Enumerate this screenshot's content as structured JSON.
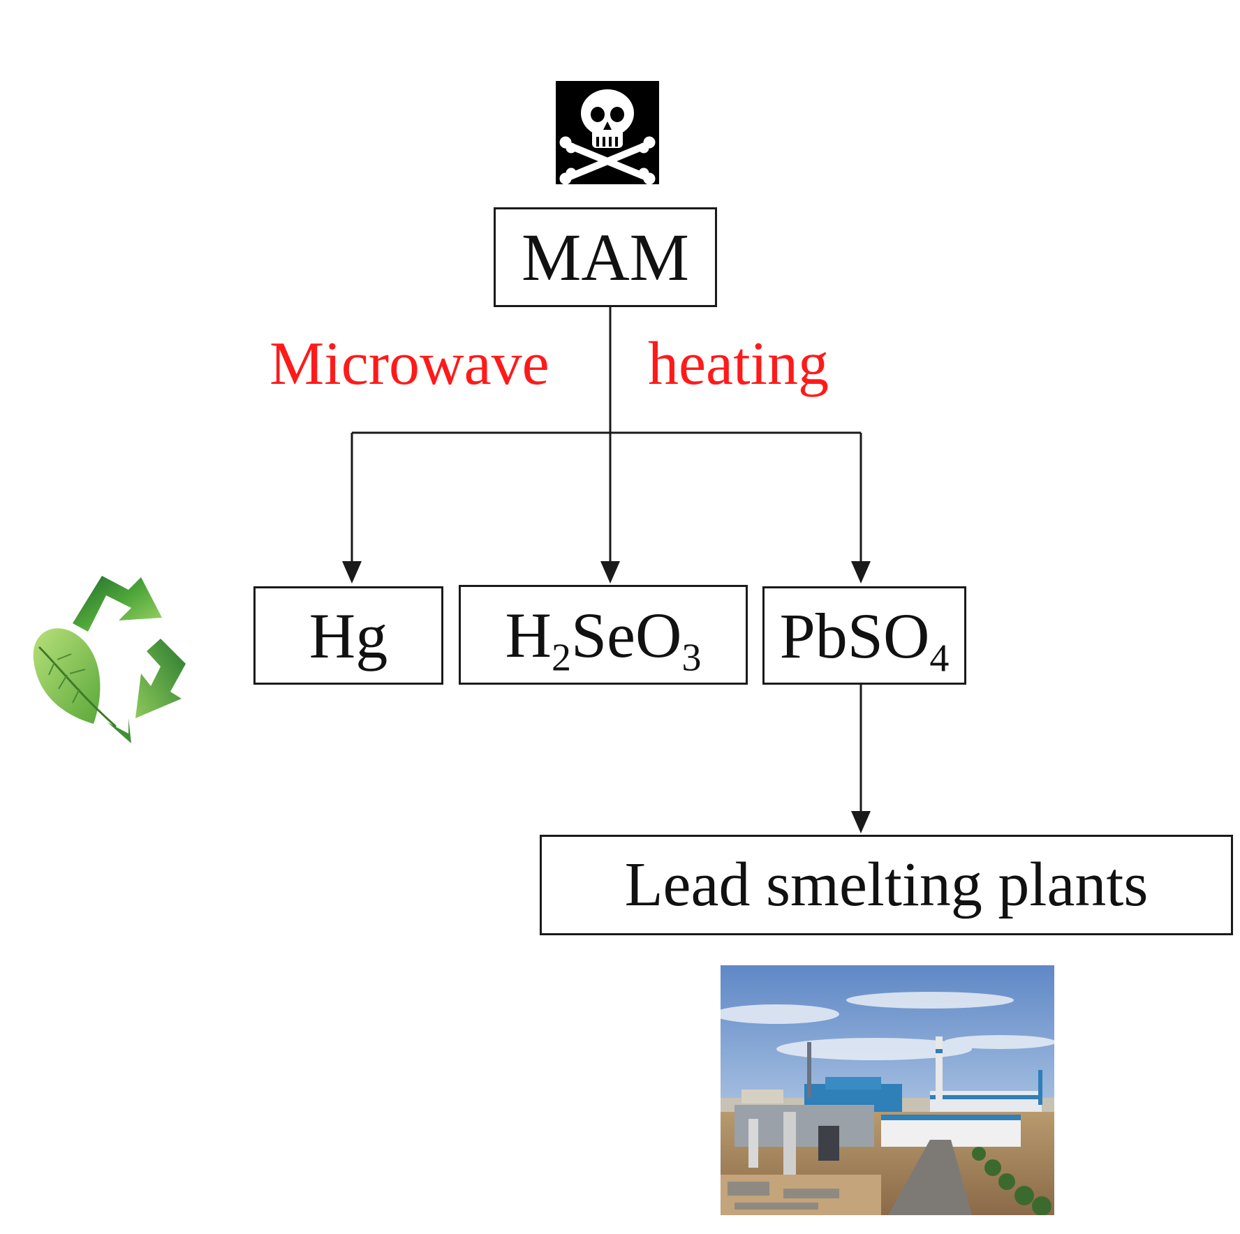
{
  "nodes": {
    "mam": "MAM",
    "hg": "Hg",
    "h2seo3": {
      "a": "H",
      "a_sub": "2",
      "b": "SeO",
      "b_sub": "3"
    },
    "pbso4": {
      "a": "PbSO",
      "a_sub": "4"
    },
    "lead": "Lead smelting plants"
  },
  "labels": {
    "left": "Microwave",
    "right": "heating",
    "color": "#ff1a1a"
  },
  "icons": {
    "top": "skull-crossbones-icon",
    "left": "recycle-leaf-icon",
    "bottom": "industrial-plant-photo"
  },
  "edges": [
    {
      "from": "MAM",
      "to": "Hg"
    },
    {
      "from": "MAM",
      "to": "H2SeO3"
    },
    {
      "from": "MAM",
      "to": "PbSO4"
    },
    {
      "from": "PbSO4",
      "to": "Lead smelting plants"
    }
  ]
}
